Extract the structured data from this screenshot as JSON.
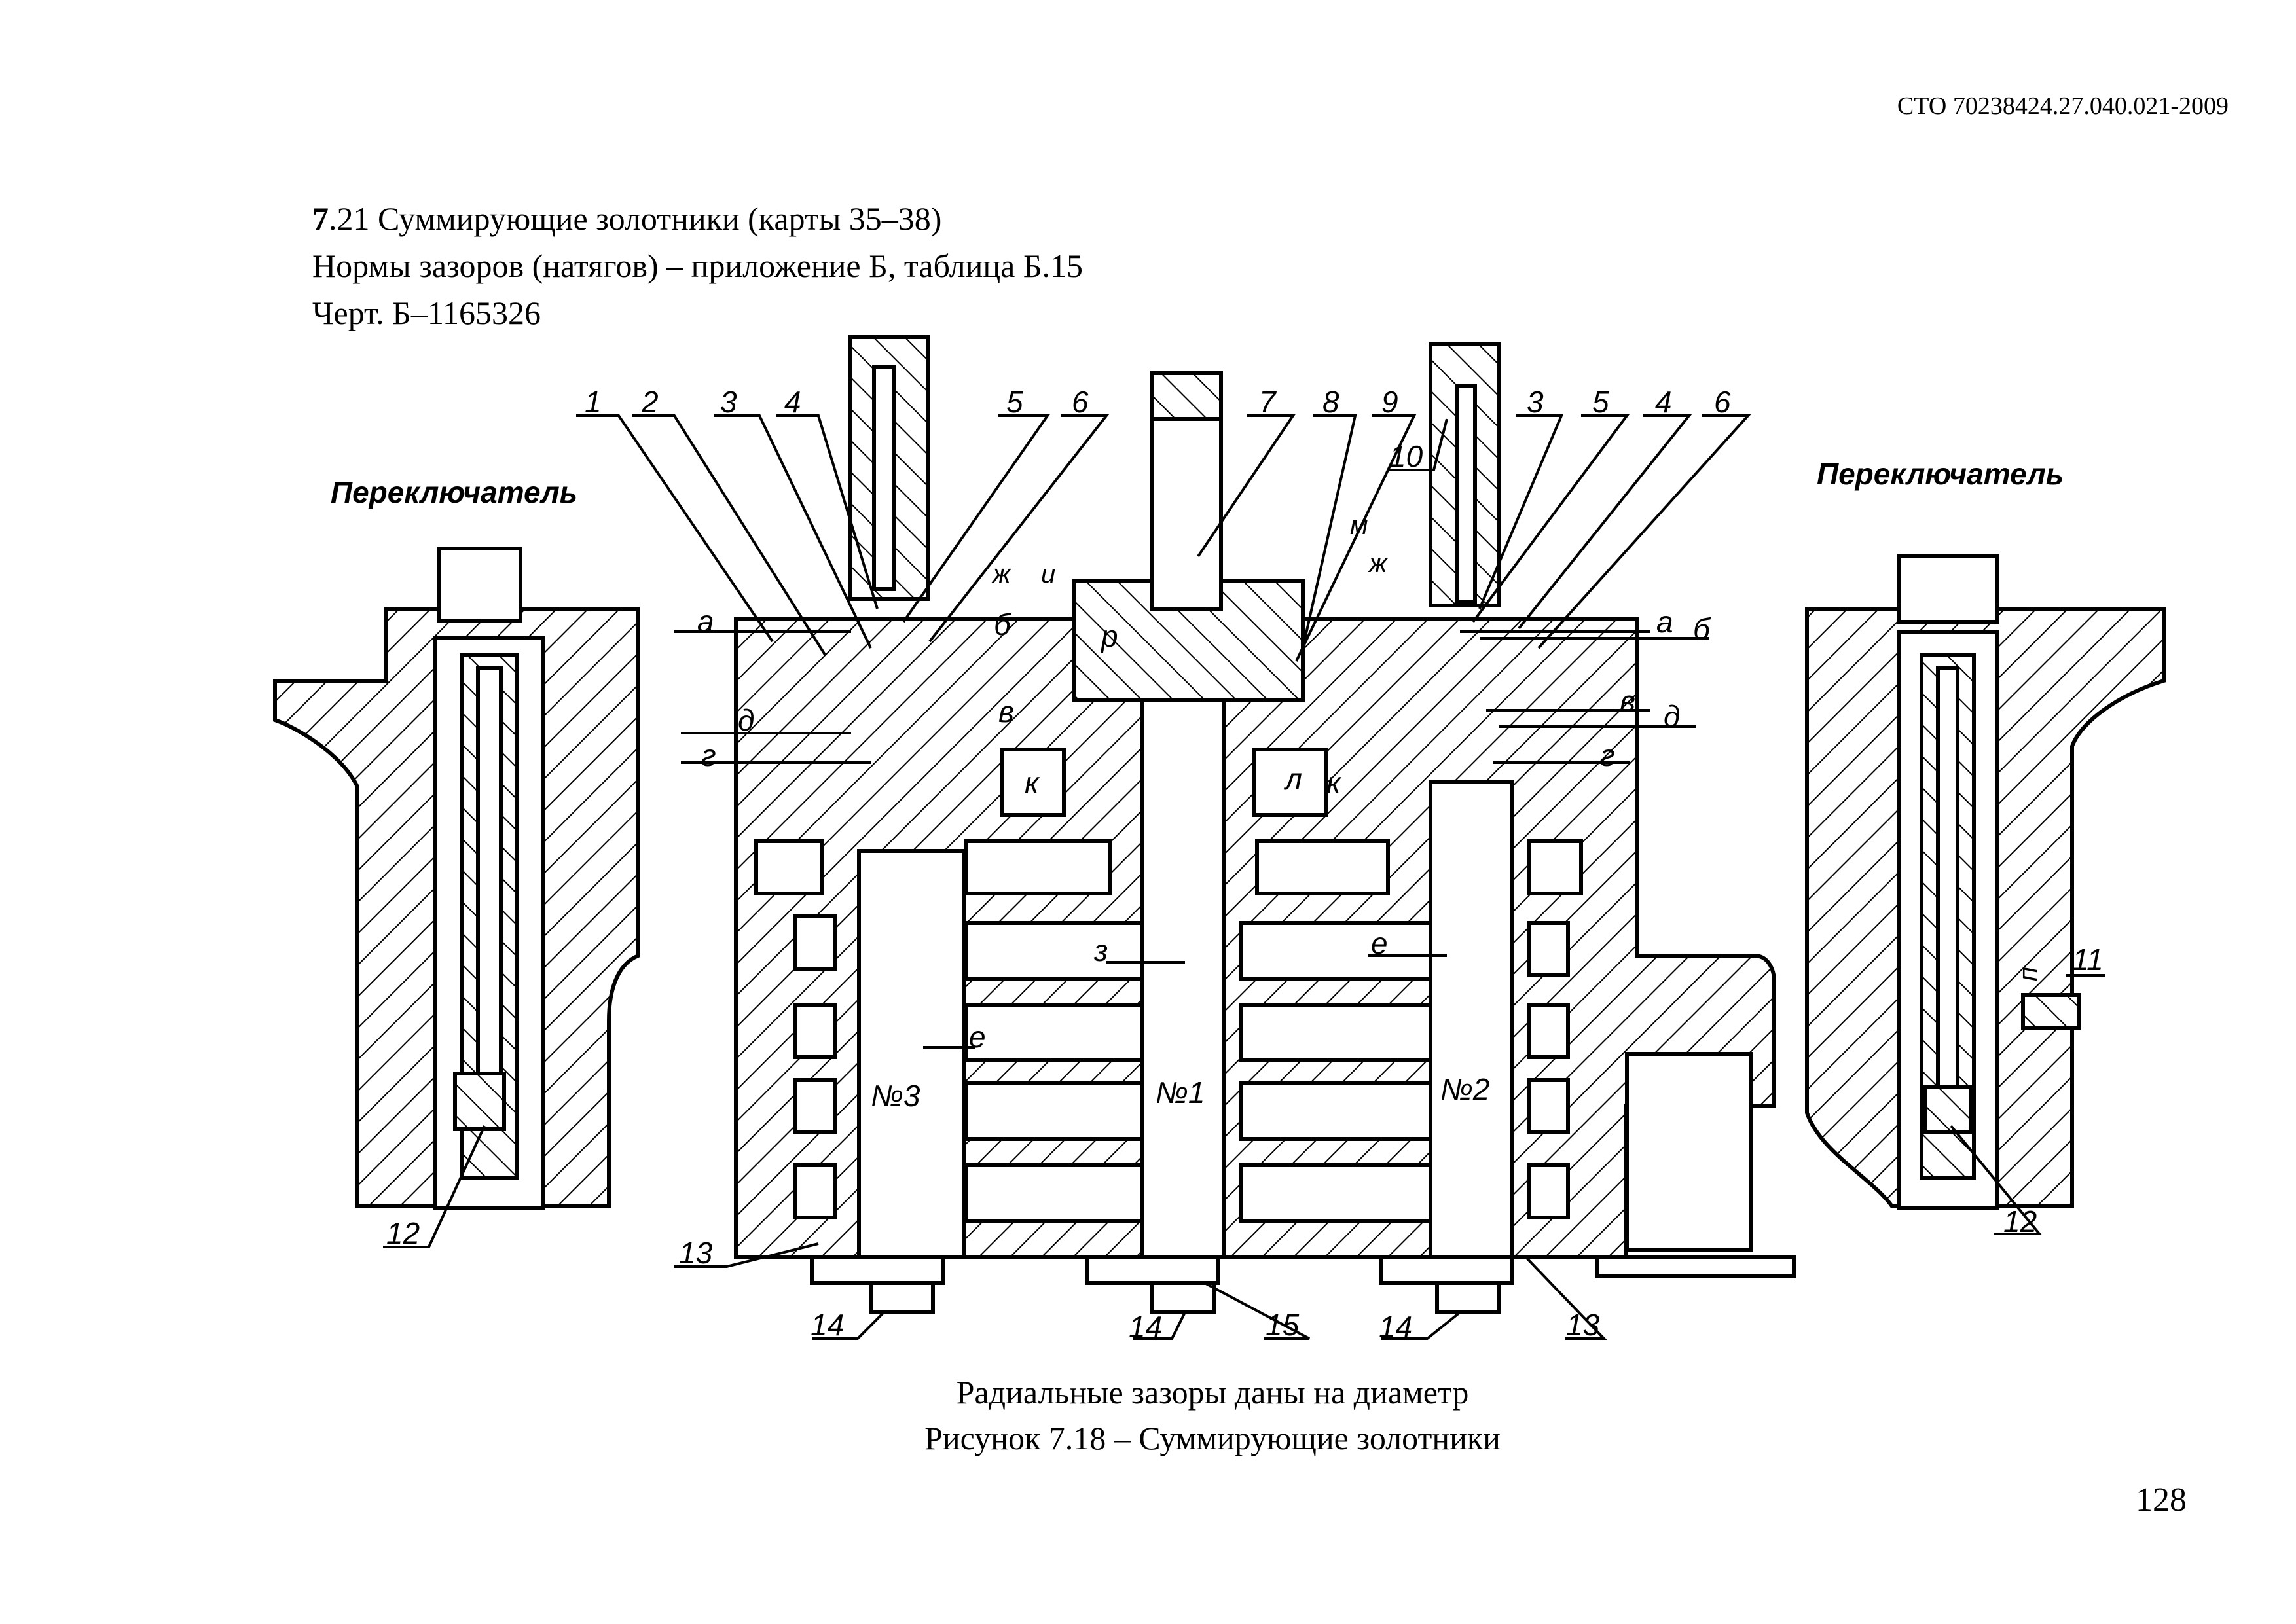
{
  "header": {
    "doc_code": "СТО 70238424.27.040.021-2009"
  },
  "section": {
    "number": "7",
    "title_rest": ".21 Суммирующие золотники (карты 35–38)",
    "line2": "Нормы зазоров (натягов) – приложение Б, таблица Б.15",
    "line3": "Черт. Б–1165326"
  },
  "figure": {
    "switch_left_title": "Переключатель",
    "switch_right_title": "Переключатель",
    "spool_labels": {
      "no3": "№3",
      "no1": "№1",
      "no2": "№2"
    },
    "part_numbers": {
      "p1": "1",
      "p2": "2",
      "p3a": "3",
      "p4a": "4",
      "p5a": "5",
      "p6a": "6",
      "p7": "7",
      "p8": "8",
      "p9": "9",
      "p10": "10",
      "p3b": "3",
      "p5b": "5",
      "p4b": "4",
      "p6b": "6",
      "p11": "11",
      "p12a": "12",
      "p12b": "12",
      "p13a": "13",
      "p13b": "13",
      "p14a": "14",
      "p14b": "14",
      "p14c": "14",
      "p15": "15"
    },
    "gap_letters": {
      "a1": "а",
      "b1": "б",
      "zh1": "ж",
      "i1": "и",
      "v1": "в",
      "d1": "д",
      "g1": "г",
      "k1": "к",
      "r": "р",
      "m": "м",
      "zh2": "ж",
      "l": "л",
      "k2": "к",
      "a2": "а",
      "b2": "б",
      "v2": "в",
      "d2": "д",
      "g2": "г",
      "z": "з",
      "e1": "е",
      "e2": "е",
      "p": "п"
    }
  },
  "caption": {
    "note": "Радиальные зазоры даны на диаметр",
    "title": "Рисунок 7.18 – Суммирующие золотники"
  },
  "page_number": "128"
}
